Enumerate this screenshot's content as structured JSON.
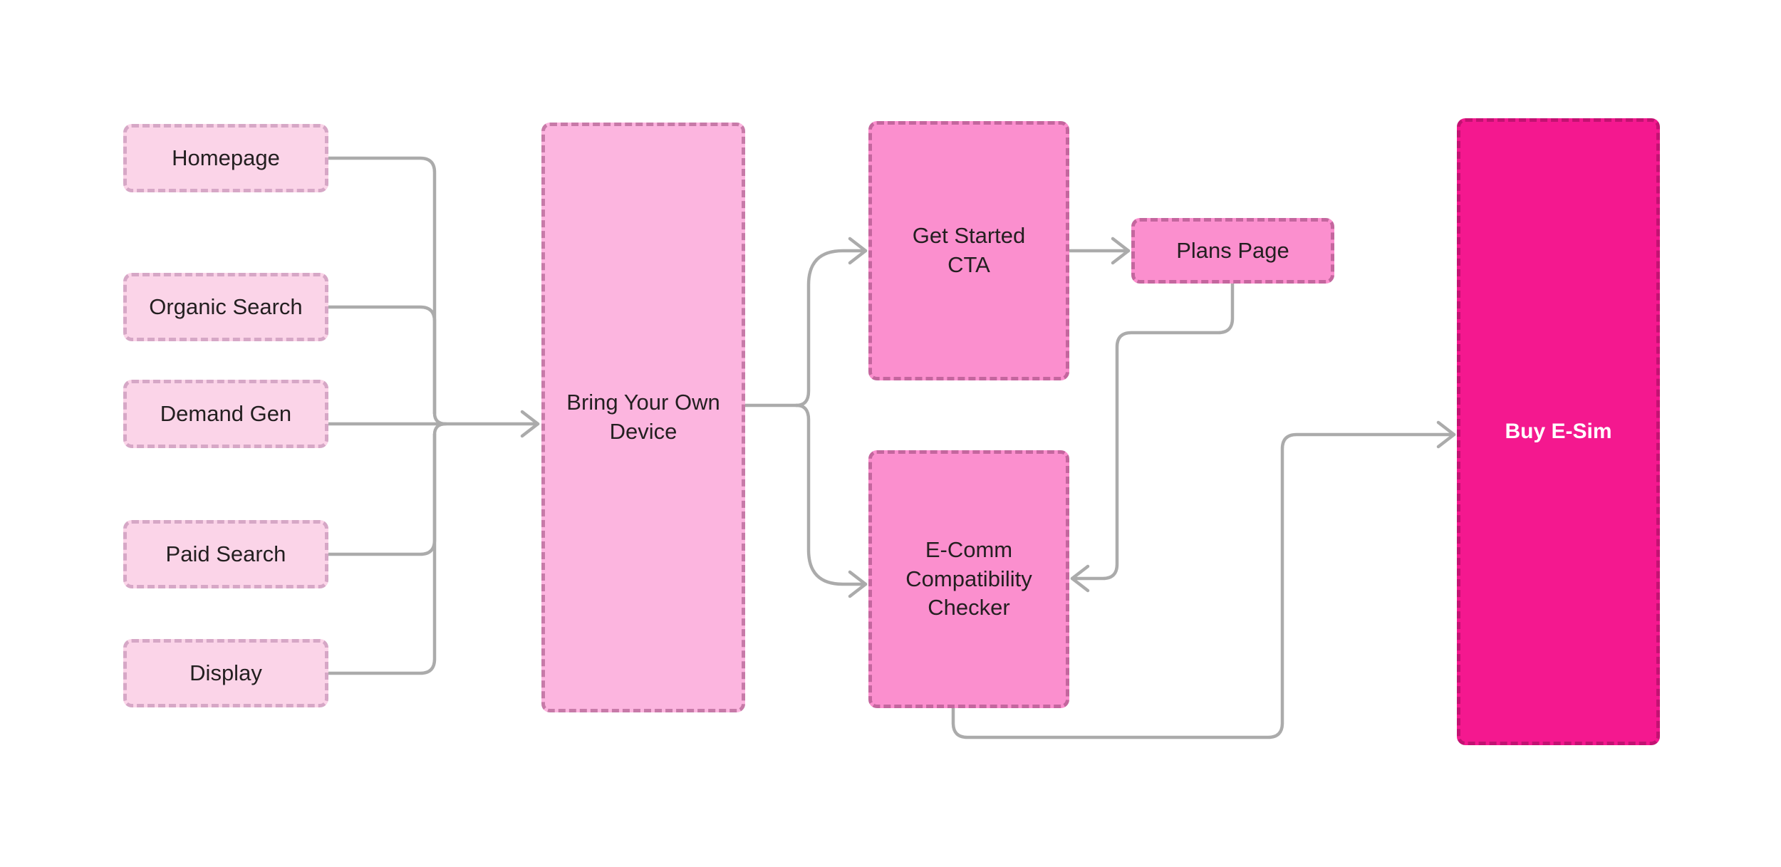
{
  "diagram": {
    "type": "flowchart",
    "orientation": "left-to-right",
    "background_color": "#FFFFFF",
    "connector_color": "#ABABAB",
    "palette": {
      "source_fill": "#FBD4E8",
      "source_border": "#D6A7C6",
      "hub_fill": "#FCB5DF",
      "hub_border": "#C77AA8",
      "step_fill": "#FB8FCE",
      "step_border": "#C4669E",
      "goal_fill": "#F4188F",
      "goal_border": "#C21272",
      "goal_text": "#FFFFFF",
      "node_text": "#231F20"
    },
    "nodes": [
      {
        "id": "homepage",
        "label": "Homepage",
        "tier": "source"
      },
      {
        "id": "organic-search",
        "label": "Organic Search",
        "tier": "source"
      },
      {
        "id": "demand-gen",
        "label": "Demand Gen",
        "tier": "source"
      },
      {
        "id": "paid-search",
        "label": "Paid Search",
        "tier": "source"
      },
      {
        "id": "display",
        "label": "Display",
        "tier": "source"
      },
      {
        "id": "byod",
        "label": "Bring Your Own\nDevice",
        "tier": "hub"
      },
      {
        "id": "get-started-cta",
        "label": "Get Started\nCTA",
        "tier": "step"
      },
      {
        "id": "plans-page",
        "label": "Plans Page",
        "tier": "step"
      },
      {
        "id": "ecomm-checker",
        "label": "E-Comm\nCompatibility\nChecker",
        "tier": "step"
      },
      {
        "id": "buy-esim",
        "label": "Buy E-Sim",
        "tier": "goal"
      }
    ],
    "edges": [
      {
        "from": "homepage",
        "to": "byod"
      },
      {
        "from": "organic-search",
        "to": "byod"
      },
      {
        "from": "demand-gen",
        "to": "byod"
      },
      {
        "from": "paid-search",
        "to": "byod"
      },
      {
        "from": "display",
        "to": "byod"
      },
      {
        "from": "byod",
        "to": "get-started-cta"
      },
      {
        "from": "byod",
        "to": "ecomm-checker"
      },
      {
        "from": "get-started-cta",
        "to": "plans-page"
      },
      {
        "from": "plans-page",
        "to": "ecomm-checker"
      },
      {
        "from": "ecomm-checker",
        "to": "buy-esim"
      }
    ]
  }
}
